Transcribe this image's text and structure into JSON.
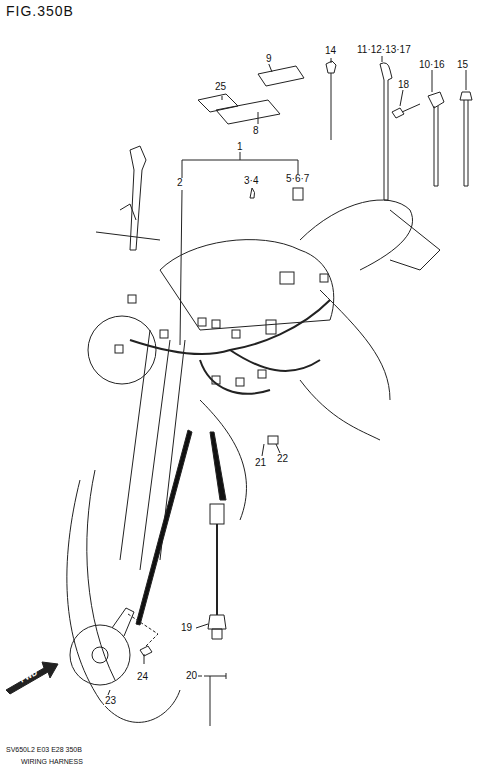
{
  "diagram": {
    "title": "FIG.350B",
    "labels": [
      "1",
      "2",
      "3·4",
      "5·6·7",
      "25",
      "9",
      "8",
      "14",
      "11·12·13·17",
      "18",
      "10·16",
      "15",
      "21",
      "22",
      "19",
      "20",
      "23",
      "24",
      "FWD",
      "SV650L2 E03 E28 350B",
      "WIRING HARNESS"
    ]
  }
}
